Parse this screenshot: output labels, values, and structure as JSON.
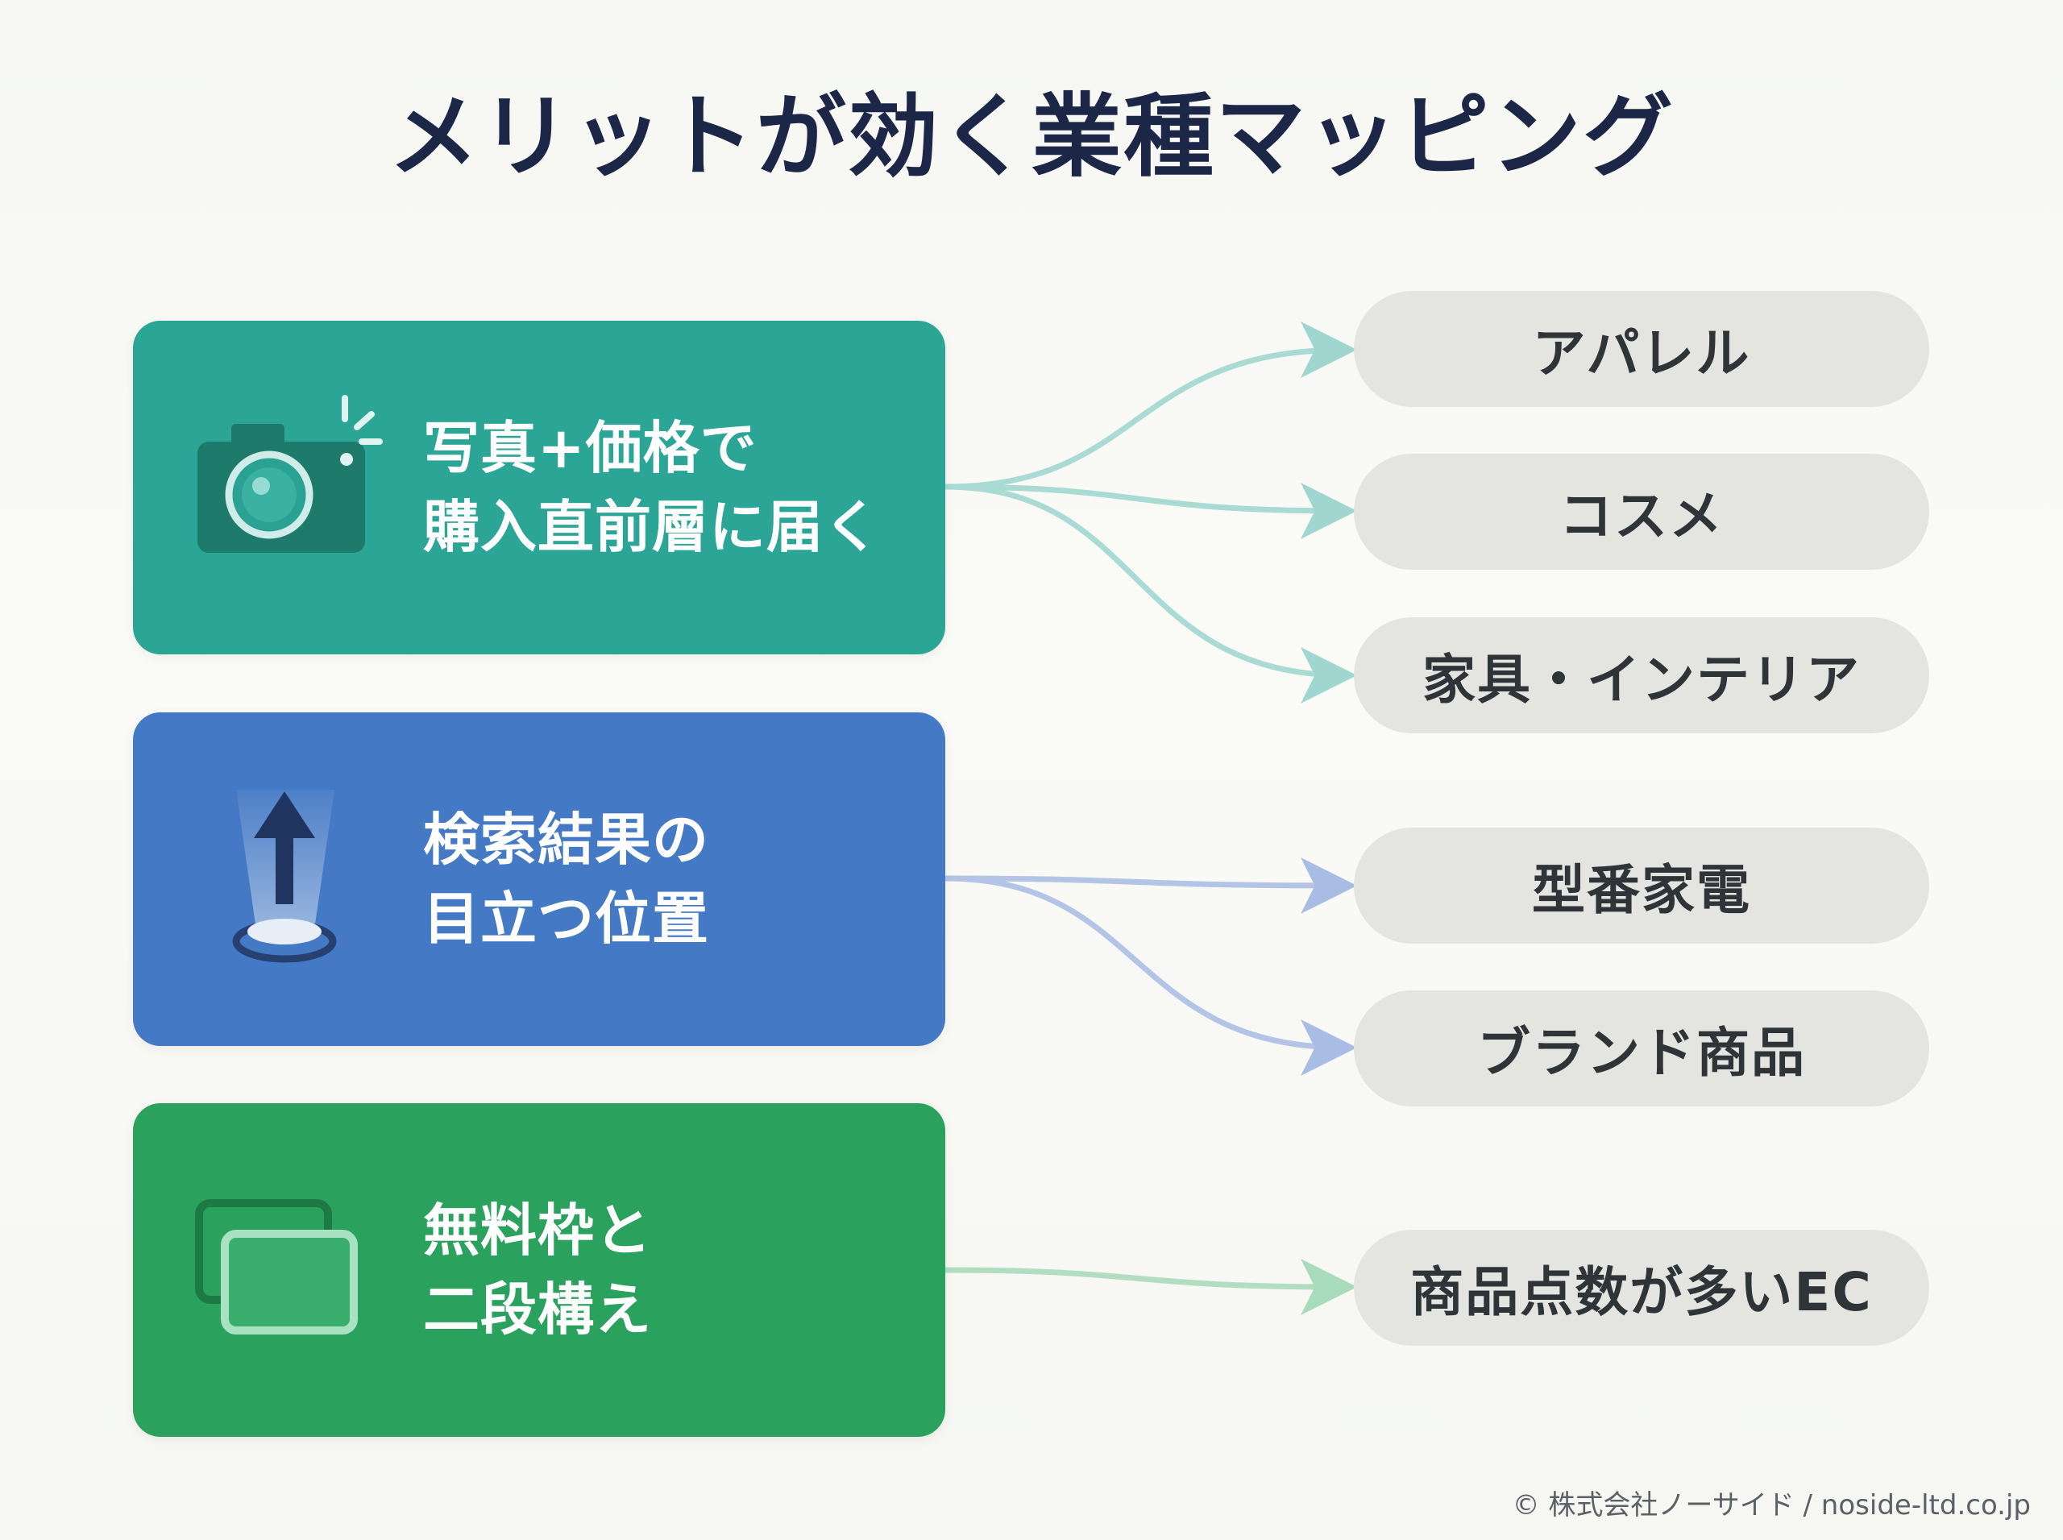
{
  "title": "メリットが効く業種マッピング",
  "benefits": [
    {
      "line1": "写真+価格で",
      "line2": "購入直前層に届く",
      "icon": "camera-icon",
      "color": "#2aa596"
    },
    {
      "line1": "検索結果の",
      "line2": "目立つ位置",
      "icon": "spotlight-arrow-icon",
      "color": "#4479c5"
    },
    {
      "line1": "無料枠と",
      "line2": "二段構え",
      "icon": "layered-windows-icon",
      "color": "#2ba15e"
    }
  ],
  "industries": [
    {
      "label": "アパレル",
      "benefit": 0
    },
    {
      "label": "コスメ",
      "benefit": 0
    },
    {
      "label": "家具・インテリア",
      "benefit": 0
    },
    {
      "label": "型番家電",
      "benefit": 1
    },
    {
      "label": "ブランド商品",
      "benefit": 1
    },
    {
      "label": "商品点数が多いEC",
      "benefit": 2
    }
  ],
  "footer": "© 株式会社ノーサイド / noside-ltd.co.jp"
}
